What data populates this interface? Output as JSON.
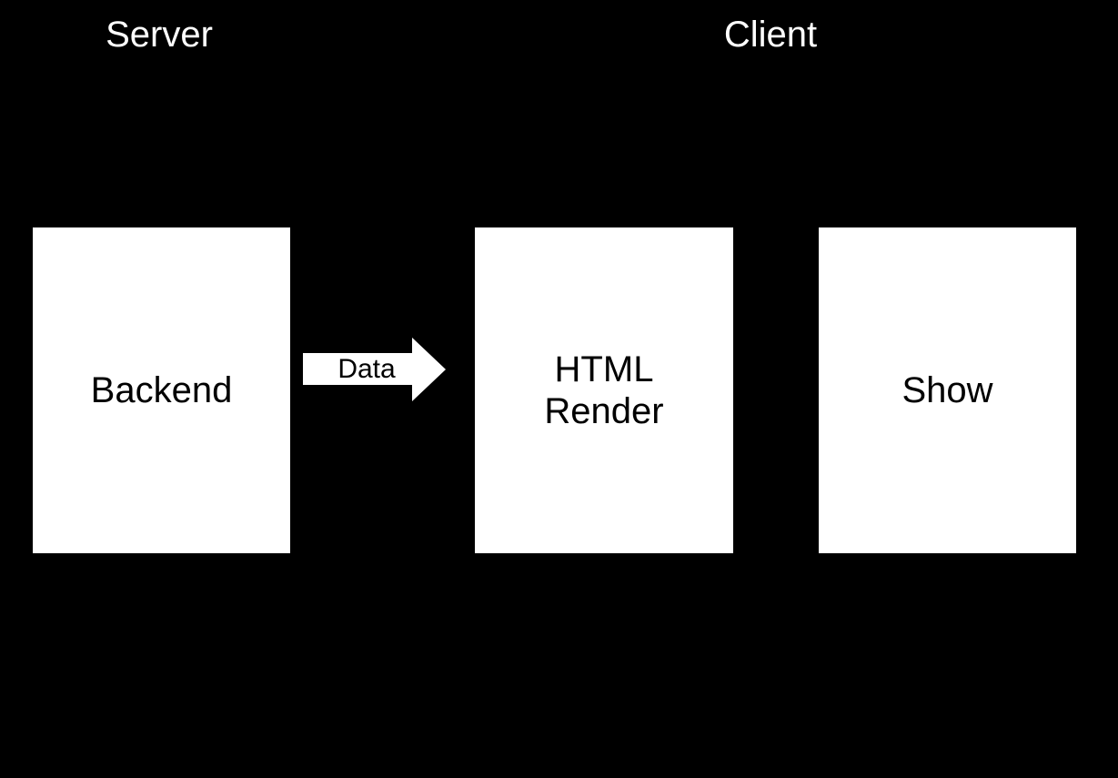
{
  "slide": {
    "sections": {
      "server": "Server",
      "client": "Client"
    },
    "nodes": {
      "backend": {
        "label": "Backend"
      },
      "html_render": {
        "label": "HTML\nRender"
      },
      "show": {
        "label": "Show"
      }
    },
    "arrow": {
      "label": "Data"
    },
    "colors": {
      "background": "#000000",
      "node_fill": "#ffffff",
      "node_text": "#000000",
      "label_text": "#ffffff"
    }
  }
}
